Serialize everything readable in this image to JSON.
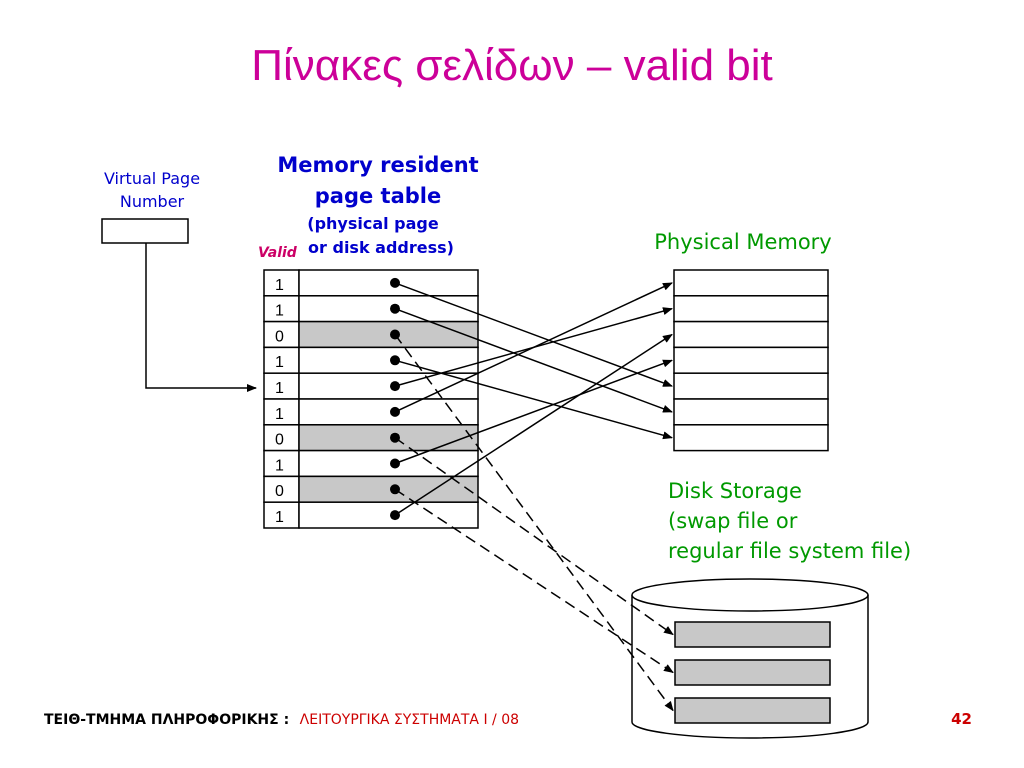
{
  "slide": {
    "title": "Πίνακες σελίδων – valid bit",
    "page_number": "42"
  },
  "labels": {
    "vpn_line1": "Virtual Page",
    "vpn_line2": "Number",
    "pt_line1": "Memory resident",
    "pt_line2": "page table",
    "pt_line3": "(physical page",
    "pt_line4": "or disk address)",
    "valid": "Valid",
    "physical_memory": "Physical Memory",
    "disk_line1": "Disk Storage",
    "disk_line2": "(swap file or",
    "disk_line3": "regular file system file)"
  },
  "page_table": {
    "valid_bits": [
      "1",
      "1",
      "0",
      "1",
      "1",
      "1",
      "0",
      "1",
      "0",
      "1"
    ]
  },
  "footer": {
    "left": "ΤΕΙΘ-ΤΜΗΜΑ ΠΛΗΡΟΦΟΡΙΚΗΣ :",
    "right": "ΛΕΙΤΟΥΡΓΙΚΑ ΣΥΣΤΗΜΑΤΑ Ι / 08"
  },
  "colors": {
    "title": "#cc0099",
    "blue_labels": "#0000cc",
    "green_labels": "#009900",
    "valid_label": "#cc0066",
    "invalid_row_fill": "#c8c8c8",
    "footer_right": "#cc0000",
    "page_number": "#cc0000"
  }
}
